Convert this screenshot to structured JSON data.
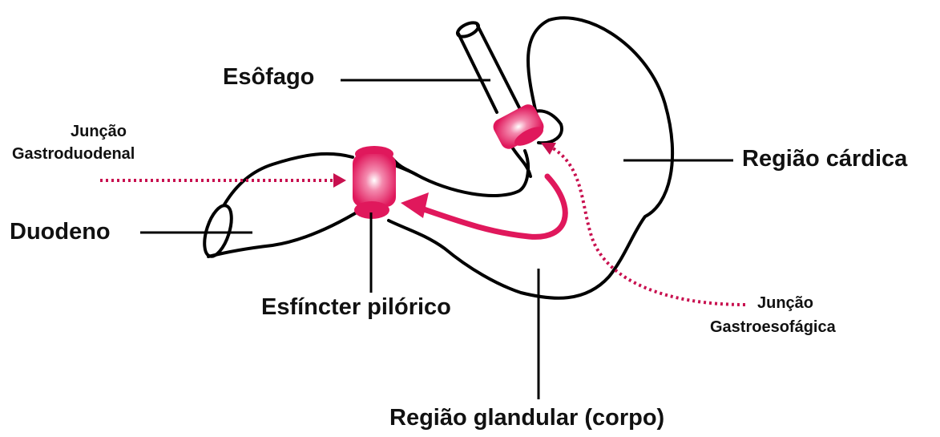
{
  "labels": {
    "esofago": "Esôfago",
    "juncao_gd_line1": "Junção",
    "juncao_gd_line2": "Gastroduodenal",
    "regiao_cardica": "Região cárdica",
    "duodeno": "Duodeno",
    "esfincter": "Esfíncter pilórico",
    "juncao_ge_line1": "Junção",
    "juncao_ge_line2": "Gastroesofágica",
    "regiao_glandular": "Região glandular (corpo)"
  },
  "colors": {
    "outline": "#000000",
    "highlight": "#e0185c",
    "dotted_arrow": "#c8104f"
  }
}
